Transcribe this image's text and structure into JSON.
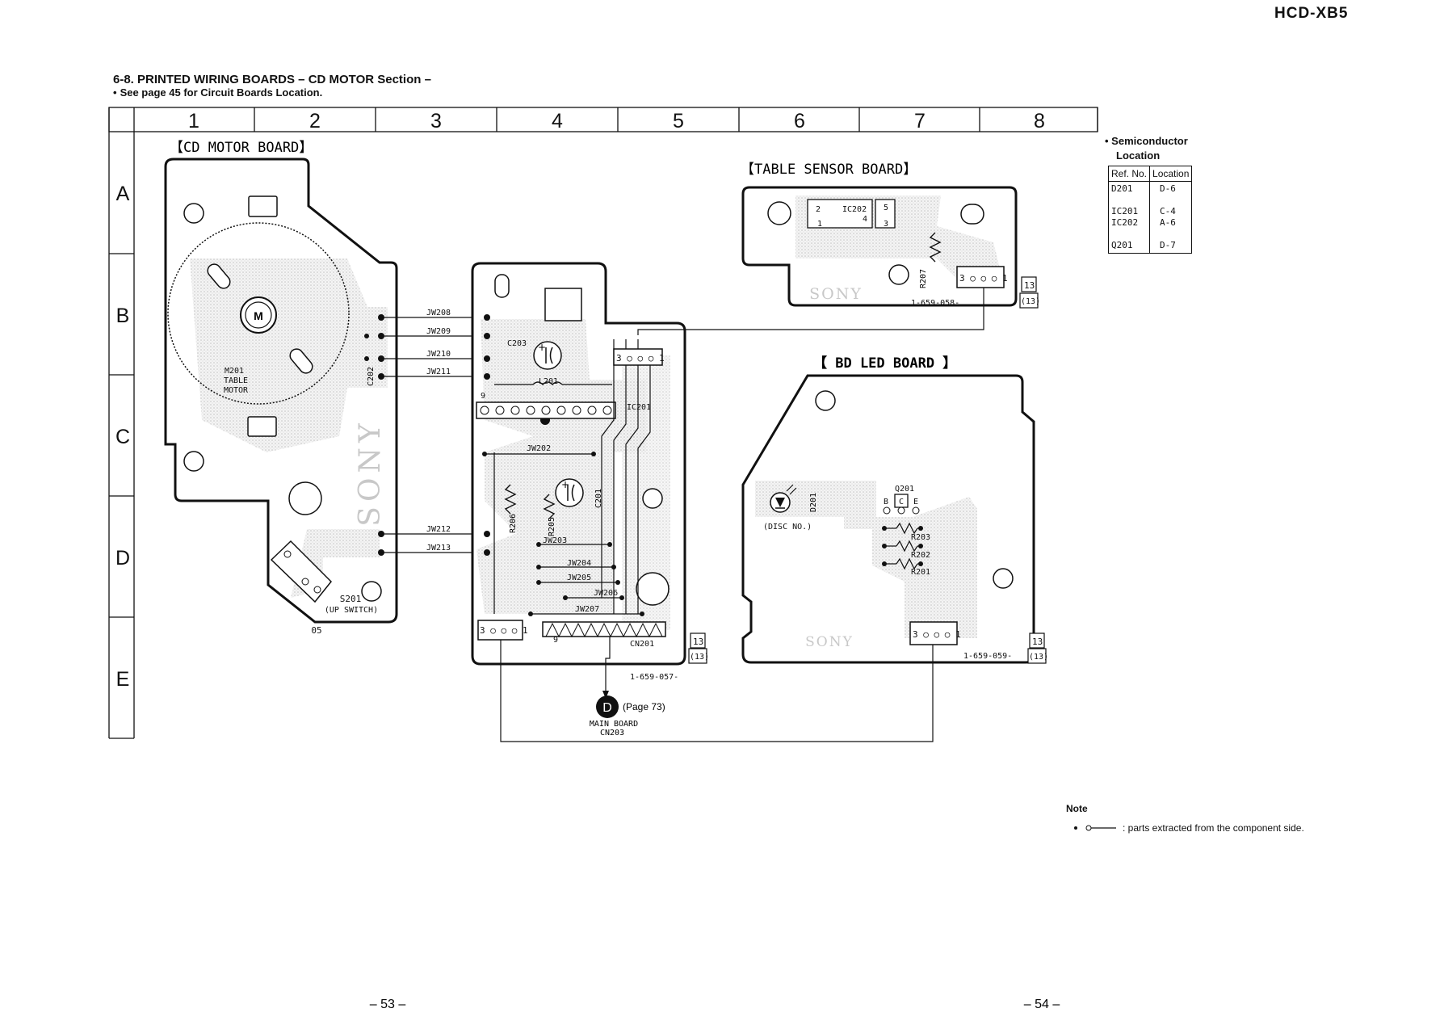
{
  "header": {
    "model": "HCD-XB5"
  },
  "section": {
    "title": "6-8.  PRINTED  WIRING  BOARDS  – CD MOTOR Section –",
    "subtitle": "See page 45 for Circuit Boards Location."
  },
  "grid": {
    "columns": [
      "1",
      "2",
      "3",
      "4",
      "5",
      "6",
      "7",
      "8"
    ],
    "rows": [
      "A",
      "B",
      "C",
      "D",
      "E"
    ]
  },
  "boards": {
    "cd_motor": {
      "title": "【CD MOTOR BOARD】",
      "motor_symbol": "M",
      "motor_ref": "M201",
      "motor_desc1": "TABLE",
      "motor_desc2": "MOTOR",
      "cap": "C202",
      "switch_ref": "S201",
      "switch_desc": "(UP SWITCH)",
      "code": "05",
      "brand": "SONY"
    },
    "center": {
      "jumpers_left": [
        "JW208",
        "JW209",
        "JW210",
        "JW211",
        "JW212",
        "JW213"
      ],
      "c203": "C203",
      "l201": "L201",
      "ic201": "IC201",
      "jw202": "JW202",
      "c201": "C201",
      "r206": "R206",
      "r205": "R205",
      "jw_inner": [
        "JW203",
        "JW204",
        "JW205",
        "JW206",
        "JW207"
      ],
      "cn201": "CN201",
      "pin9a": "9",
      "pin9b": "9",
      "conn_top": "3 ○ ○ ○ 1",
      "conn_bottom": "3 ○ ○ ○ 1",
      "part_no": "1-659-057-",
      "tag": "13",
      "tag_alt": "(13)"
    },
    "table_sensor": {
      "title": "【TABLE SENSOR BOARD】",
      "ic": "IC202",
      "pins": [
        "2",
        "1",
        "4",
        "5",
        "3"
      ],
      "resistor": "R207",
      "brand": "SONY",
      "part_no": "1-659-058-",
      "conn": "3 ○ ○ ○ 1",
      "tag": "13",
      "tag_alt": "(13)"
    },
    "bd_led": {
      "title": "【 BD LED BOARD 】",
      "q201": "Q201",
      "d201": "D201",
      "bce": [
        "B",
        "C",
        "E"
      ],
      "disc": "(DISC NO.)",
      "resistors": [
        "R203",
        "R202",
        "R201"
      ],
      "brand": "SONY",
      "part_no": "1-659-059-",
      "conn": "3 ○ ○ ○ 1",
      "tag": "13",
      "tag_alt": "(13)"
    }
  },
  "connector": {
    "letter": "D",
    "page_ref": "(Page 73)",
    "label1": "MAIN  BOARD",
    "label2": "CN203"
  },
  "semiconductor": {
    "heading1": "Semiconductor",
    "heading2": "Location",
    "col_ref": "Ref. No.",
    "col_loc": "Location",
    "rows": [
      {
        "ref": "D201",
        "loc": "D-6"
      },
      {
        "ref": "IC201",
        "loc": "C-4"
      },
      {
        "ref": "IC202",
        "loc": "A-6"
      },
      {
        "ref": "Q201",
        "loc": "D-7"
      }
    ]
  },
  "note": {
    "heading": "Note",
    "text": ": parts extracted from the component side."
  },
  "pages": {
    "left": "– 53 –",
    "right": "– 54 –"
  }
}
